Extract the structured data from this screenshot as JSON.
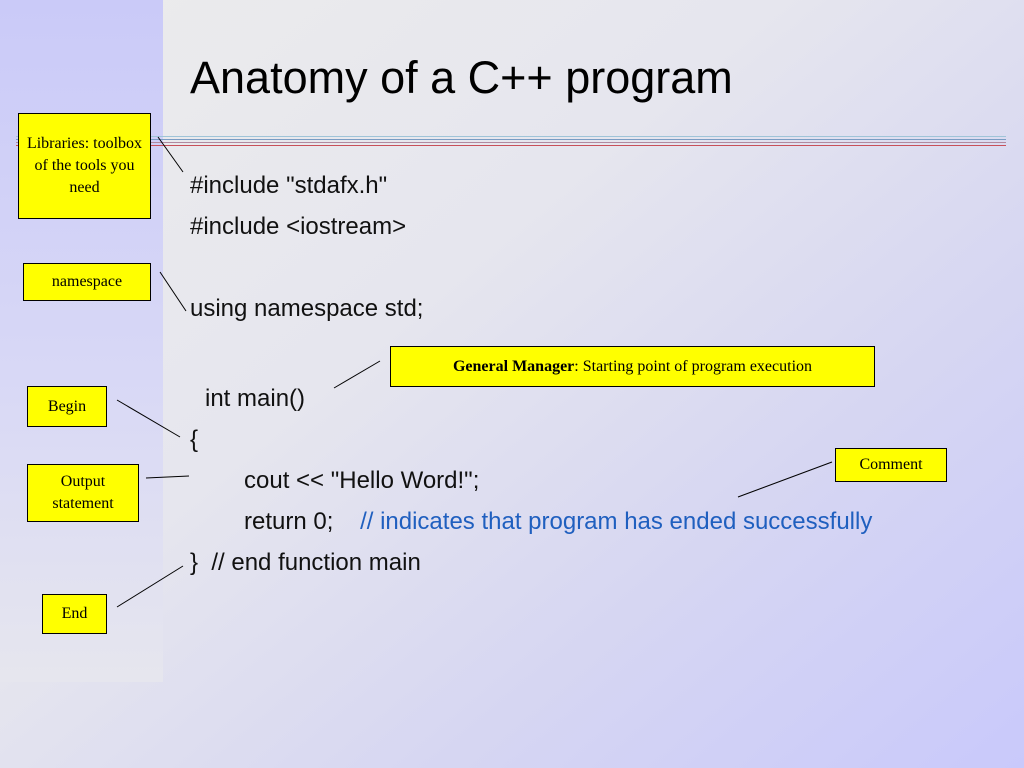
{
  "slide": {
    "title": "Anatomy of a C++ program"
  },
  "code": {
    "line1": "#include \"stdafx.h\"",
    "line2": "#include <iostream>",
    "line3": "using namespace std;",
    "line4": "int main()",
    "line5": "{",
    "line6": "cout << \"Hello Word!\";",
    "line7_code": "return 0;",
    "line7_comment": "// indicates that program has ended successfully",
    "line8": "}  // end function main"
  },
  "callouts": {
    "libraries": "Libraries: toolbox of the tools you need",
    "namespace": "namespace",
    "general_manager_bold": "General Manager",
    "general_manager_rest": ": Starting point of program execution",
    "begin": "Begin",
    "output": "Output statement",
    "comment": "Comment",
    "end": "End"
  },
  "colors": {
    "callout_fill": "#ffff00",
    "comment_text": "#1f5fbf"
  }
}
